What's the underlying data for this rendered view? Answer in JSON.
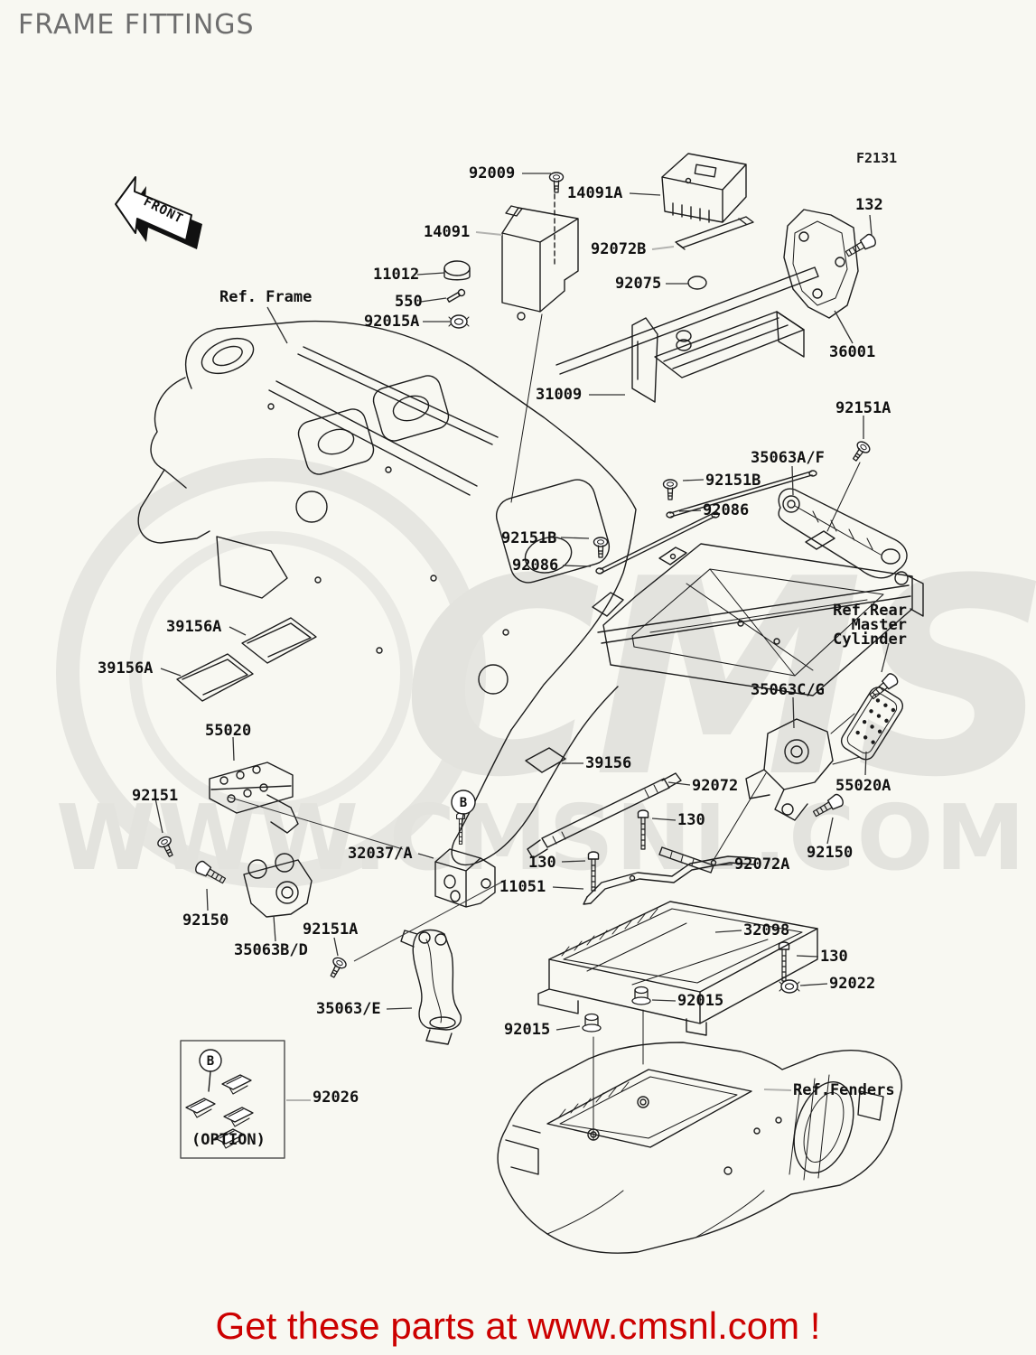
{
  "page": {
    "title": "FRAME FITTINGS",
    "figure_code": "F2131",
    "footer": "Get these parts at www.cmsnl.com !"
  },
  "watermark": {
    "line1": "CMS",
    "line2": "WWW.CMSNL.COM"
  },
  "markers": {
    "front": "FRONT",
    "b": "B",
    "option": "(OPTION)"
  },
  "ref_labels": {
    "frame": "Ref. Frame",
    "rear_master_line1": "Ref.Rear",
    "rear_master_line2": "Master",
    "rear_master_line3": "Cylinder",
    "fenders": "Ref.Fenders"
  },
  "part_labels": [
    {
      "text": "92009"
    },
    {
      "text": "14091A"
    },
    {
      "text": "132"
    },
    {
      "text": "14091"
    },
    {
      "text": "92072B"
    },
    {
      "text": "11012"
    },
    {
      "text": "92075"
    },
    {
      "text": "550"
    },
    {
      "text": "92015A"
    },
    {
      "text": "36001"
    },
    {
      "text": "31009"
    },
    {
      "text": "92151A"
    },
    {
      "text": "35063A/F"
    },
    {
      "text": "92151B"
    },
    {
      "text": "92086"
    },
    {
      "text": "92151B"
    },
    {
      "text": "92086"
    },
    {
      "text": "39156A"
    },
    {
      "text": "39156A"
    },
    {
      "text": "35063C/G"
    },
    {
      "text": "55020"
    },
    {
      "text": "55020A"
    },
    {
      "text": "92151"
    },
    {
      "text": "39156"
    },
    {
      "text": "92072"
    },
    {
      "text": "130"
    },
    {
      "text": "92150"
    },
    {
      "text": "32037/A"
    },
    {
      "text": "130"
    },
    {
      "text": "92072A"
    },
    {
      "text": "11051"
    },
    {
      "text": "92150"
    },
    {
      "text": "92151A"
    },
    {
      "text": "35063B/D"
    },
    {
      "text": "32098"
    },
    {
      "text": "130"
    },
    {
      "text": "92022"
    },
    {
      "text": "92015"
    },
    {
      "text": "92015"
    },
    {
      "text": "35063/E"
    },
    {
      "text": "92026"
    }
  ]
}
